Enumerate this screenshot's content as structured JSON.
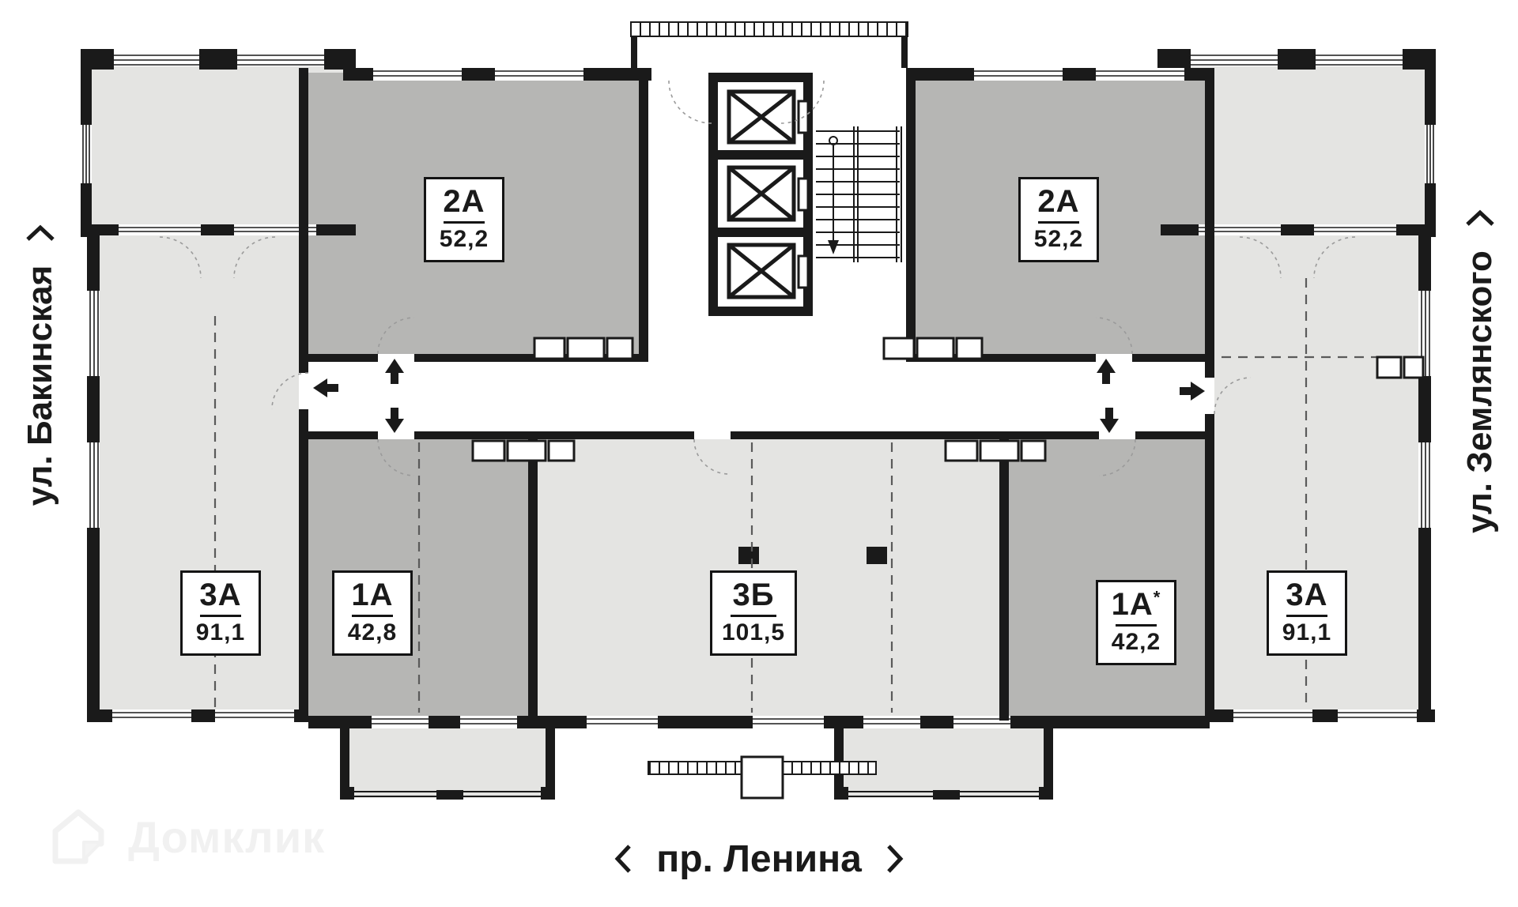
{
  "plan": {
    "colors": {
      "wall": "#1a1a1a",
      "room_light": "#e4e4e2",
      "room_dark": "#b6b6b4",
      "corridor": "#ffffff"
    },
    "elevator_shafts": 3,
    "staircase_flights": 1
  },
  "streets": {
    "left": {
      "label": "ул. Бакинская"
    },
    "right": {
      "label": "ул. Землянского"
    },
    "bottom": {
      "label": "пр. Ленина"
    }
  },
  "watermark": {
    "brand": "Домклик"
  },
  "apartments": [
    {
      "id": "apt-3a-left",
      "type": "3А",
      "area": "91,1",
      "shade": "light"
    },
    {
      "id": "apt-1a-left",
      "type": "1А",
      "area": "42,8",
      "shade": "dark"
    },
    {
      "id": "apt-2a-left",
      "type": "2А",
      "area": "52,2",
      "shade": "dark"
    },
    {
      "id": "apt-3b-center",
      "type": "3Б",
      "area": "101,5",
      "shade": "light"
    },
    {
      "id": "apt-2a-right",
      "type": "2А",
      "area": "52,2",
      "shade": "dark"
    },
    {
      "id": "apt-1a-right",
      "type": "1А",
      "sup": "*",
      "area": "42,2",
      "shade": "dark"
    },
    {
      "id": "apt-3a-right",
      "type": "3А",
      "area": "91,1",
      "shade": "light"
    }
  ]
}
